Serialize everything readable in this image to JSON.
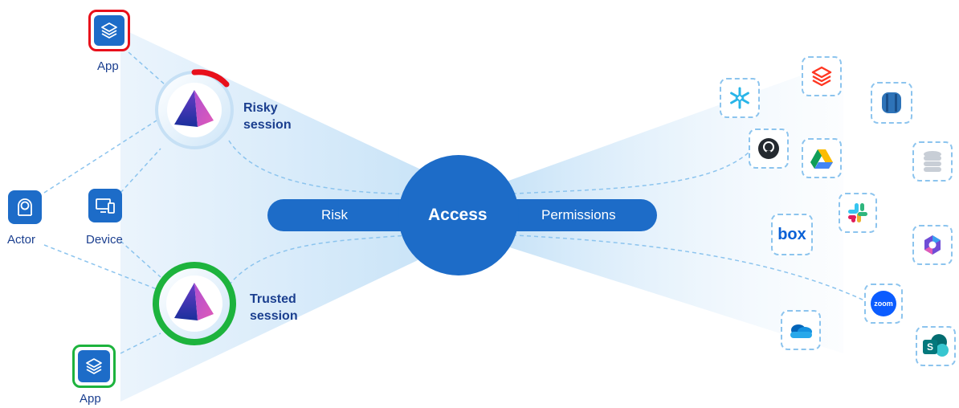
{
  "left": {
    "app_top_label": "App",
    "app_bottom_label": "App",
    "actor_label": "Actor",
    "device_label": "Device",
    "risky_line1": "Risky",
    "risky_line2": "session",
    "trusted_line1": "Trusted",
    "trusted_line2": "session"
  },
  "center": {
    "risk_label": "Risk",
    "access_label": "Access",
    "permissions_label": "Permissions"
  },
  "apps": [
    {
      "name": "snowflake-icon"
    },
    {
      "name": "databricks-icon"
    },
    {
      "name": "aws-rds-icon"
    },
    {
      "name": "github-icon"
    },
    {
      "name": "google-drive-icon"
    },
    {
      "name": "database-icon"
    },
    {
      "name": "slack-icon"
    },
    {
      "name": "box-icon",
      "text": "box"
    },
    {
      "name": "microsoft-copilot-icon"
    },
    {
      "name": "zoom-icon",
      "text": "zoom"
    },
    {
      "name": "onedrive-icon"
    },
    {
      "name": "sharepoint-icon",
      "text": "S"
    }
  ],
  "colors": {
    "brand_blue": "#1d6cc8",
    "risky_red": "#e8101b",
    "trusted_green": "#1db33d",
    "dashed_line": "#8cc4ee",
    "text_navy": "#1b3f8f"
  }
}
